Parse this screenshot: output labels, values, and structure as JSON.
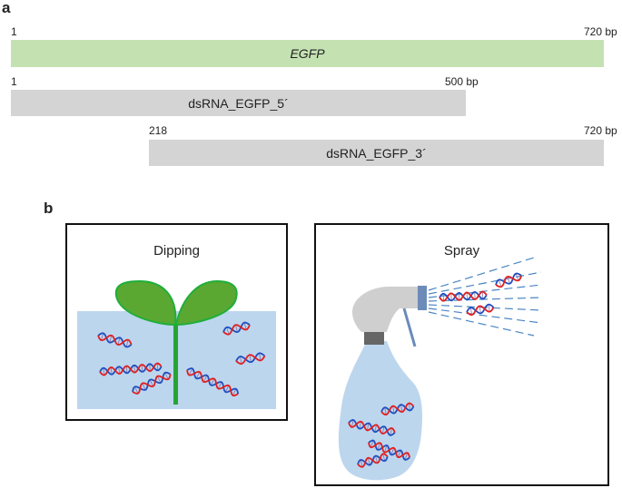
{
  "panel_a": {
    "label": "a",
    "egfp": {
      "start": "1",
      "end": "720 bp",
      "name": "EGFP"
    },
    "dsrna_5": {
      "start": "1",
      "end": "500 bp",
      "name": "dsRNA_EGFP_5´"
    },
    "dsrna_3": {
      "start": "218",
      "end": "720 bp",
      "name": "dsRNA_EGFP_3´"
    }
  },
  "panel_b": {
    "label": "b",
    "dipping_title": "Dipping",
    "spray_title": "Spray"
  },
  "colors": {
    "egfp_bar": "#c4e1b2",
    "dsrna_bar": "#d4d4d4",
    "water": "#bcd6ee",
    "leaf": "#5aa832",
    "stem": "#25a432",
    "rna_red": "#e02020",
    "rna_blue": "#2050c0"
  }
}
